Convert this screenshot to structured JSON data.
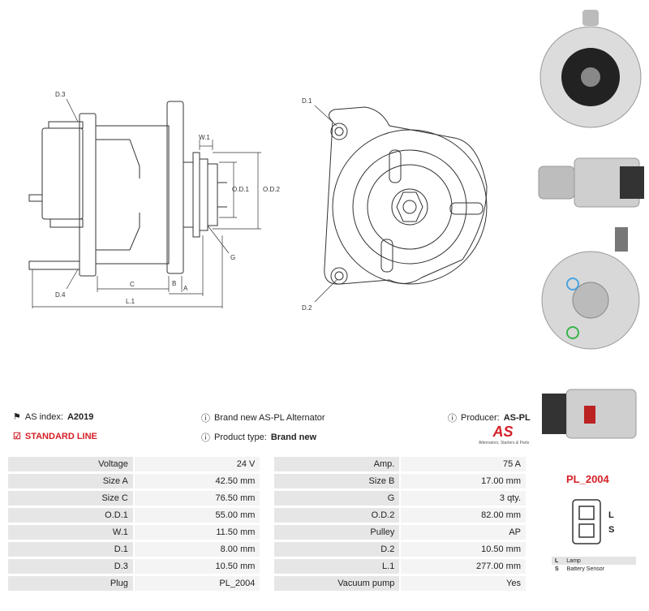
{
  "drawing": {
    "side_labels": {
      "d3": "D.3",
      "d4": "D.4",
      "w1": "W.1",
      "od1": "O.D.1",
      "od2": "O.D.2",
      "g": "G",
      "b": "B",
      "a": "A",
      "c": "C",
      "l1": "L.1"
    },
    "front_labels": {
      "d1": "D.1",
      "d2": "D.2"
    }
  },
  "info": {
    "as_index_label": "AS index:",
    "as_index_value": "A2019",
    "standard_line": "STANDARD LINE",
    "brand_text": "Brand new AS-PL Alternator",
    "product_type_label": "Product type:",
    "product_type_value": "Brand new",
    "producer_label": "Producer:",
    "producer_value": "AS-PL",
    "logo_text": "AS",
    "logo_caption": "Alternators, Starters & Parts"
  },
  "specs": [
    {
      "l1": "Voltage",
      "v1": "24 V",
      "l2": "Amp.",
      "v2": "75 A"
    },
    {
      "l1": "Size A",
      "v1": "42.50 mm",
      "l2": "Size B",
      "v2": "17.00 mm"
    },
    {
      "l1": "Size C",
      "v1": "76.50 mm",
      "l2": "G",
      "v2": "3 qty."
    },
    {
      "l1": "O.D.1",
      "v1": "55.00 mm",
      "l2": "O.D.2",
      "v2": "82.00 mm"
    },
    {
      "l1": "W.1",
      "v1": "11.50 mm",
      "l2": "Pulley",
      "v2": "AP"
    },
    {
      "l1": "D.1",
      "v1": "8.00 mm",
      "l2": "D.2",
      "v2": "10.50 mm"
    },
    {
      "l1": "D.3",
      "v1": "10.50 mm",
      "l2": "L.1",
      "v2": "277.00 mm"
    },
    {
      "l1": "Plug",
      "v1": "PL_2004",
      "l2": "Vacuum pump",
      "v2": "Yes"
    }
  ],
  "plug": {
    "title": "PL_2004",
    "pin_l": "L",
    "pin_s": "S",
    "legend": [
      {
        "code": "L",
        "desc": "Lamp"
      },
      {
        "code": "S",
        "desc": "Battery Sensor"
      }
    ]
  },
  "colors": {
    "accent": "#d42027",
    "table_label": "#e6e6e6",
    "table_value": "#f4f4f4"
  }
}
